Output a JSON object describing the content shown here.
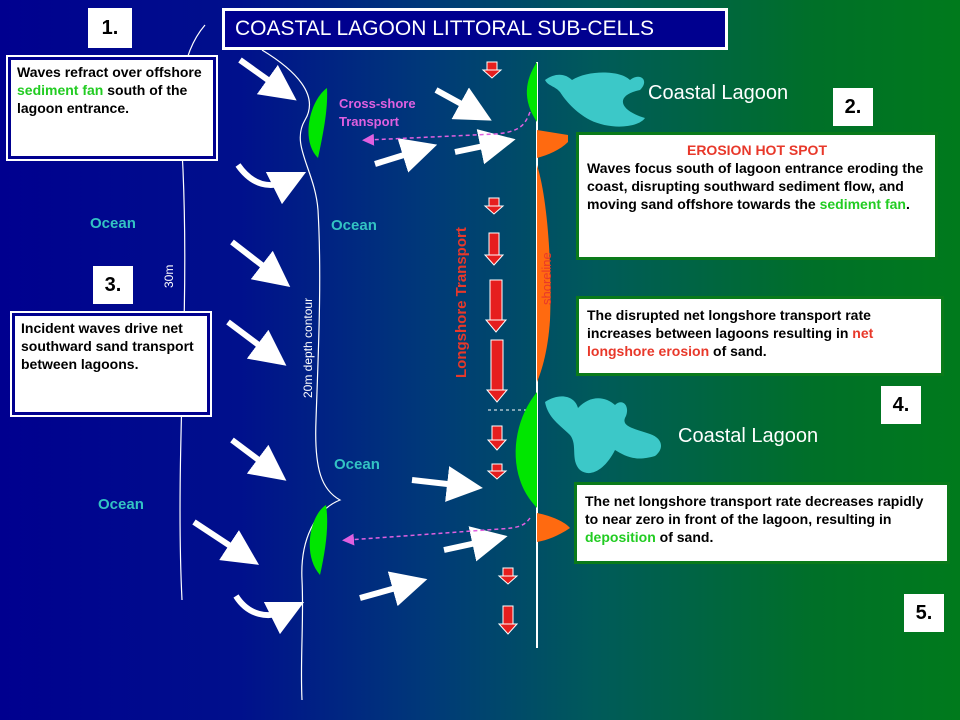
{
  "title": "COASTAL LAGOON LITTORAL SUB-CELLS",
  "steps": [
    "1.",
    "2.",
    "3.",
    "4.",
    "5."
  ],
  "boxes": {
    "box1": {
      "before": "Waves refract over offshore ",
      "highlight": "sediment fan",
      "after": " south of the lagoon entrance."
    },
    "box2": {
      "heading": "EROSION HOT SPOT",
      "before": "Waves focus south of lagoon entrance eroding the coast, disrupting southward sediment flow, and moving sand offshore towards the ",
      "highlight": "sediment fan",
      "after": "."
    },
    "box3": {
      "text": "Incident waves drive net southward sand transport between lagoons."
    },
    "box4": {
      "before": "The disrupted net longshore transport rate increases between lagoons resulting in ",
      "highlight": "net longshore erosion",
      "after": " of sand."
    },
    "box5": {
      "before": "The net longshore transport rate decreases rapidly to near zero in front of the lagoon, resulting in ",
      "highlight": "deposition",
      "after": " of sand."
    }
  },
  "labels": {
    "coastal_lagoon_top": "Coastal Lagoon",
    "coastal_lagoon_bottom": "Coastal Lagoon",
    "ocean": "Ocean",
    "cross_shore": "Cross-shore Transport",
    "cross_shore_line1": "Cross-shore",
    "cross_shore_line2": "Transport",
    "longshore": "Longshore Transport",
    "shoreline": "shoreline",
    "depth_20m": "20m depth contour",
    "depth_30m": "30m"
  },
  "colors": {
    "background_left": "#00008f",
    "background_right": "#007a1c",
    "sediment_fan": "#00e600",
    "erosion": "#ff6a10",
    "lagoon": "#3cc8c8",
    "longshore_arrow": "#e61e1e",
    "cross_shore_arrow": "#e060e0",
    "ocean_label": "#33c3c3"
  }
}
